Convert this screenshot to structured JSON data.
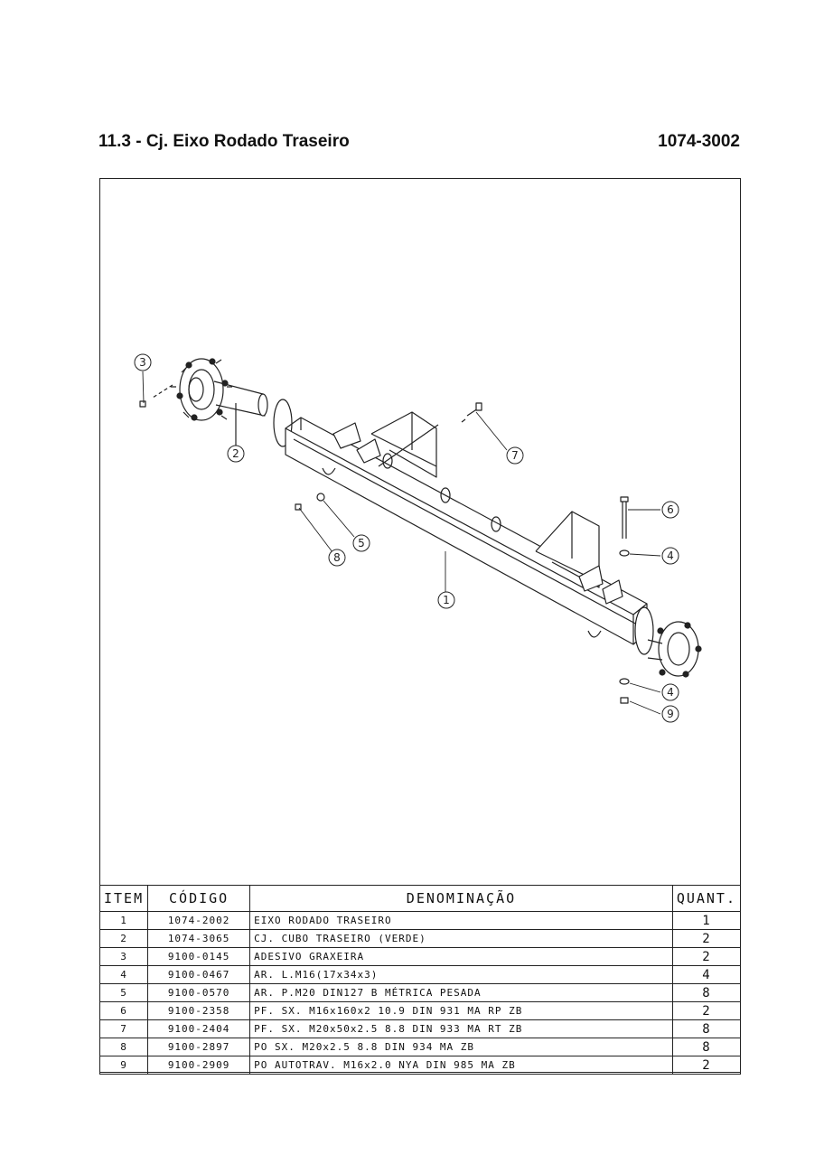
{
  "header": {
    "title": "11.3 - Cj. Eixo Rodado Traseiro",
    "code": "1074-3002"
  },
  "drawing": {
    "balloons": [
      "3",
      "2",
      "7",
      "6",
      "4",
      "5",
      "8",
      "1",
      "4",
      "9"
    ]
  },
  "table": {
    "headers": {
      "item": "ITEM",
      "code": "CÓDIGO",
      "desc": "DENOMINAÇÃO",
      "qty": "QUANT."
    },
    "rows": [
      {
        "item": "1",
        "code": "1074-2002",
        "desc": "EIXO RODADO TRASEIRO",
        "qty": "1"
      },
      {
        "item": "2",
        "code": "1074-3065",
        "desc": "CJ. CUBO TRASEIRO (VERDE)",
        "qty": "2"
      },
      {
        "item": "3",
        "code": "9100-0145",
        "desc": "ADESIVO GRAXEIRA",
        "qty": "2"
      },
      {
        "item": "4",
        "code": "9100-0467",
        "desc": "AR. L.M16(17x34x3)",
        "qty": "4"
      },
      {
        "item": "5",
        "code": "9100-0570",
        "desc": "AR. P.M20 DIN127 B MÉTRICA PESADA",
        "qty": "8"
      },
      {
        "item": "6",
        "code": "9100-2358",
        "desc": "PF. SX. M16x160x2 10.9 DIN 931 MA RP ZB",
        "qty": "2"
      },
      {
        "item": "7",
        "code": "9100-2404",
        "desc": "PF. SX. M20x50x2.5 8.8 DIN 933 MA RT ZB",
        "qty": "8"
      },
      {
        "item": "8",
        "code": "9100-2897",
        "desc": "PO SX. M20x2.5 8.8 DIN 934 MA ZB",
        "qty": "8"
      },
      {
        "item": "9",
        "code": "9100-2909",
        "desc": "PO AUTOTRAV. M16x2.0 NYA DIN 985 MA ZB",
        "qty": "2"
      }
    ]
  }
}
